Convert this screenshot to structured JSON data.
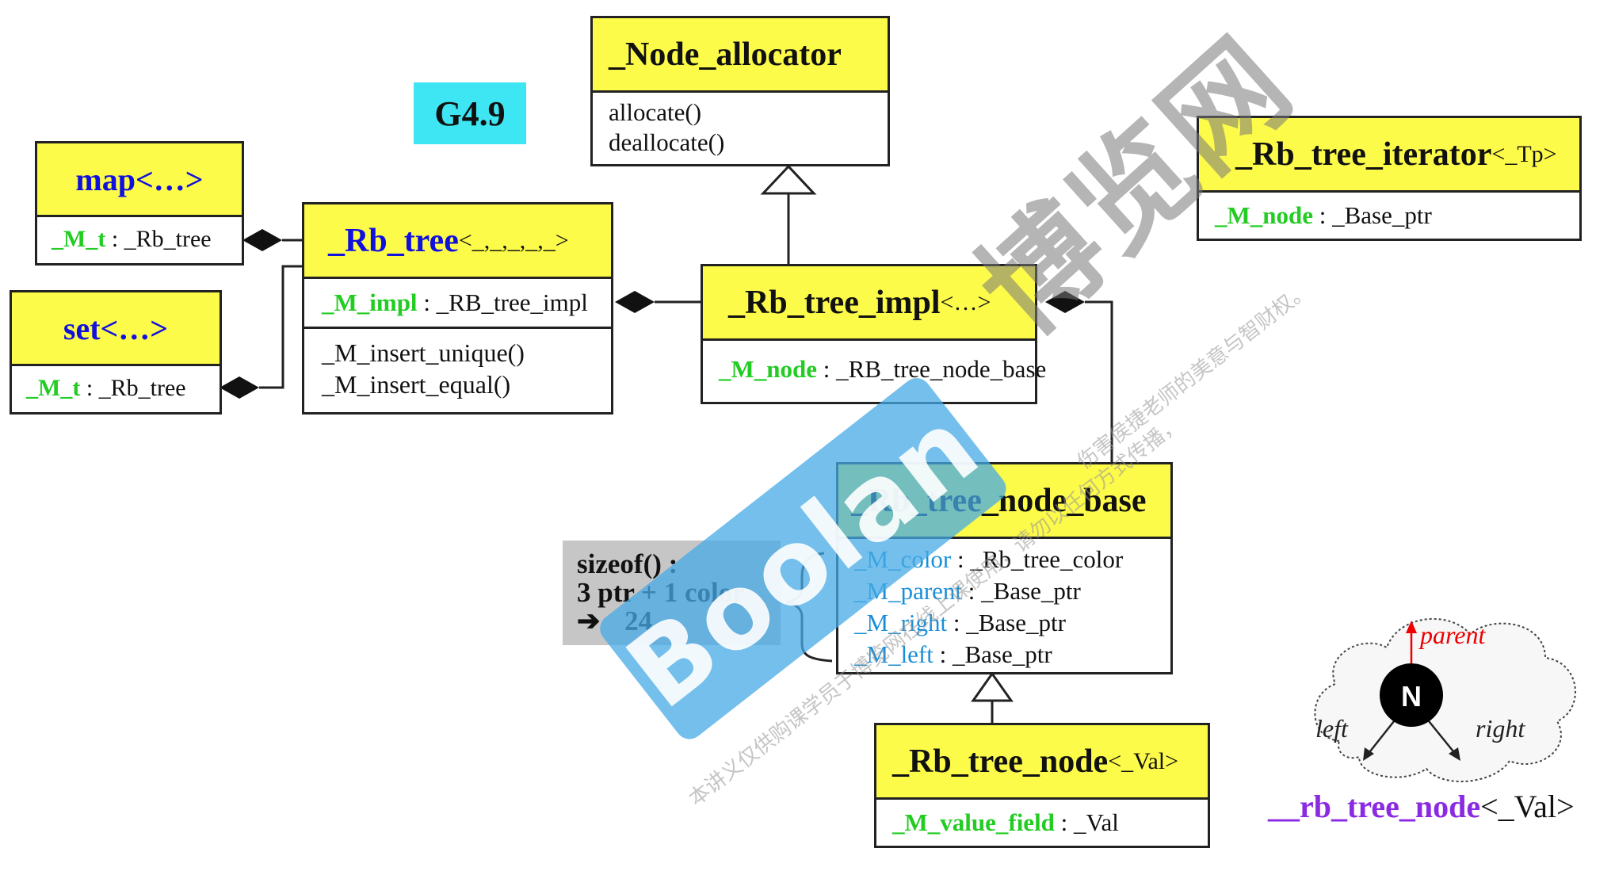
{
  "tag": "G4.9",
  "node_allocator": {
    "title": "_Node_allocator",
    "methods": [
      "allocate()",
      "deallocate()"
    ]
  },
  "map": {
    "title": "map<…>",
    "member": "_M_t",
    "type": ": _Rb_tree"
  },
  "set": {
    "title": "set<…>",
    "member": "_M_t",
    "type": ": _Rb_tree"
  },
  "rb_tree": {
    "title": "_Rb_tree",
    "params": "<_,_,_,_,_>",
    "member": "_M_impl",
    "type": ": _RB_tree_impl",
    "methods": [
      "_M_insert_unique()",
      "_M_insert_equal()"
    ]
  },
  "rb_tree_impl": {
    "title": "_Rb_tree_impl",
    "params": "<…>",
    "member": "_M_node",
    "type": ": _RB_tree_node_base"
  },
  "rb_tree_iterator": {
    "title": "_Rb_tree_iterator",
    "params": "<_Tp>",
    "member": "_M_node",
    "type": ": _Base_ptr"
  },
  "rb_tree_node_base": {
    "title": "_Rb_tree_node_base",
    "fields": [
      {
        "name": "_M_color",
        "type": ": _Rb_tree_color"
      },
      {
        "name": "_M_parent",
        "type": ": _Base_ptr"
      },
      {
        "name": "_M_right",
        "type": ": _Base_ptr"
      },
      {
        "name": "_M_left",
        "type": ": _Base_ptr"
      }
    ]
  },
  "rb_tree_node": {
    "title": "_Rb_tree_node",
    "params": "<_Val>",
    "member": "_M_value_field",
    "type": ": _Val"
  },
  "sizeof_note": {
    "line1": "sizeof() :",
    "line2": "3 ptr + 1 color",
    "arrow": "➔",
    "line3": "24"
  },
  "cloud": {
    "node": "N",
    "parent": "parent",
    "left": "left",
    "right": "right"
  },
  "caption": {
    "name": "__rb_tree_node",
    "params": "<_Val>"
  },
  "watermark": {
    "brand": "Boolan",
    "site": "博览网",
    "notice_1": "伤害侯捷老师的美意与智财权。",
    "notice_2": "本讲义仅供购课学员于博览网在线上课使用，请勿以任何方式传播，"
  },
  "colors": {
    "header": "#fdfb4a",
    "member": "#22cc22",
    "field": "#1a8fd8",
    "class_blue": "#1111dd",
    "caption": "#8a2be2",
    "tag": "#3ee6f4"
  }
}
